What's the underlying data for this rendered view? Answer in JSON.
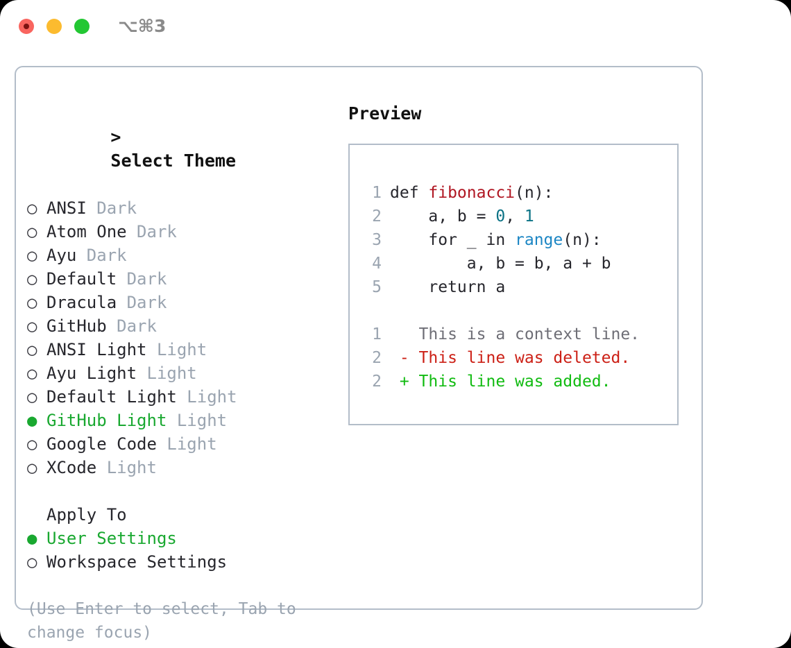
{
  "titlebar": {
    "buttons": [
      {
        "name": "close",
        "color": "#f9655f"
      },
      {
        "name": "minimize",
        "color": "#fcbb2f"
      },
      {
        "name": "zoom",
        "color": "#23c733"
      }
    ],
    "shortcut": "⌥⌘3"
  },
  "theme_panel": {
    "heading_marker": ">",
    "heading": "Select Theme",
    "unselected_marker": "○",
    "selected_marker": "●",
    "accent_color": "#19a830",
    "items": [
      {
        "name": "ANSI",
        "variant": "Dark",
        "selected": false
      },
      {
        "name": "Atom One",
        "variant": "Dark",
        "selected": false
      },
      {
        "name": "Ayu",
        "variant": "Dark",
        "selected": false
      },
      {
        "name": "Default",
        "variant": "Dark",
        "selected": false
      },
      {
        "name": "Dracula",
        "variant": "Dark",
        "selected": false
      },
      {
        "name": "GitHub",
        "variant": "Dark",
        "selected": false
      },
      {
        "name": "ANSI Light",
        "variant": "Light",
        "selected": false
      },
      {
        "name": "Ayu Light",
        "variant": "Light",
        "selected": false
      },
      {
        "name": "Default Light",
        "variant": "Light",
        "selected": false
      },
      {
        "name": "GitHub Light",
        "variant": "Light",
        "selected": true
      },
      {
        "name": "Google Code",
        "variant": "Light",
        "selected": false
      },
      {
        "name": "XCode",
        "variant": "Light",
        "selected": false
      }
    ]
  },
  "apply_to": {
    "label": "Apply To",
    "items": [
      {
        "name": "User Settings",
        "selected": true
      },
      {
        "name": "Workspace Settings",
        "selected": false
      }
    ]
  },
  "hint": "(Use Enter to select, Tab to change focus)",
  "preview": {
    "title": "Preview",
    "code_lines": [
      {
        "num": "1",
        "tokens": [
          {
            "t": "def ",
            "c": "plain"
          },
          {
            "t": "fibonacci",
            "c": "func"
          },
          {
            "t": "(n):",
            "c": "plain"
          }
        ]
      },
      {
        "num": "2",
        "tokens": [
          {
            "t": "    a, b = ",
            "c": "plain"
          },
          {
            "t": "0",
            "c": "num"
          },
          {
            "t": ", ",
            "c": "plain"
          },
          {
            "t": "1",
            "c": "num"
          }
        ]
      },
      {
        "num": "3",
        "tokens": [
          {
            "t": "    for _ in ",
            "c": "plain"
          },
          {
            "t": "range",
            "c": "call"
          },
          {
            "t": "(n):",
            "c": "plain"
          }
        ]
      },
      {
        "num": "4",
        "tokens": [
          {
            "t": "        a, b = b, a + b",
            "c": "plain"
          }
        ]
      },
      {
        "num": "5",
        "tokens": [
          {
            "t": "    return a",
            "c": "plain"
          }
        ]
      }
    ],
    "diff_lines": [
      {
        "num": "1",
        "sign": " ",
        "text": "This is a context line.",
        "kind": "context"
      },
      {
        "num": "2",
        "sign": "-",
        "text": "This line was deleted.",
        "kind": "deleted"
      },
      {
        "num": "2",
        "sign": "+",
        "text": "This line was added.",
        "kind": "added"
      }
    ],
    "colors": {
      "function": "#b01622",
      "number": "#0a7285",
      "builtin": "#1c86c4",
      "context": "#6e6e76",
      "deleted": "#cc2016",
      "added": "#11bb11",
      "line_number": "#9aa4b0"
    }
  }
}
